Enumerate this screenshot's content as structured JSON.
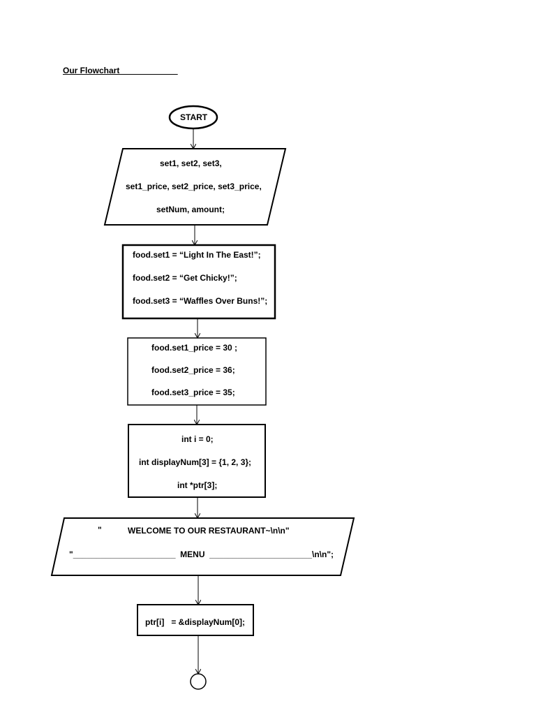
{
  "title": "Our Flowchart                         ",
  "start": {
    "label": "START"
  },
  "input_box": {
    "lines": [
      "set1, set2, set3,",
      "set1_price, set2_price, set3_price,",
      "setNum, amount;"
    ]
  },
  "process_names": {
    "lines": [
      "food.set1 = “Light In The East!”;",
      "food.set2 = “Get Chicky!”;",
      "food.set3 = “Waffles Over Buns!”;"
    ]
  },
  "process_prices": {
    "lines": [
      "food.set1_price = 30 ;",
      "food.set2_price = 36;",
      "food.set3_price = 35;"
    ]
  },
  "process_vars": {
    "lines": [
      "int i = 0;",
      "int displayNum[3] = {1, 2, 3};",
      "int *ptr[3];"
    ]
  },
  "output_box": {
    "line1_quote": "\"",
    "line1_text": "WELCOME TO OUR RESTAURANT~\\n\\n\"",
    "line2_text": "\"______________________  MENU  ______________________\\n\\n\";"
  },
  "process_ptr": {
    "label": "ptr[i]   = &displayNum[0];"
  }
}
